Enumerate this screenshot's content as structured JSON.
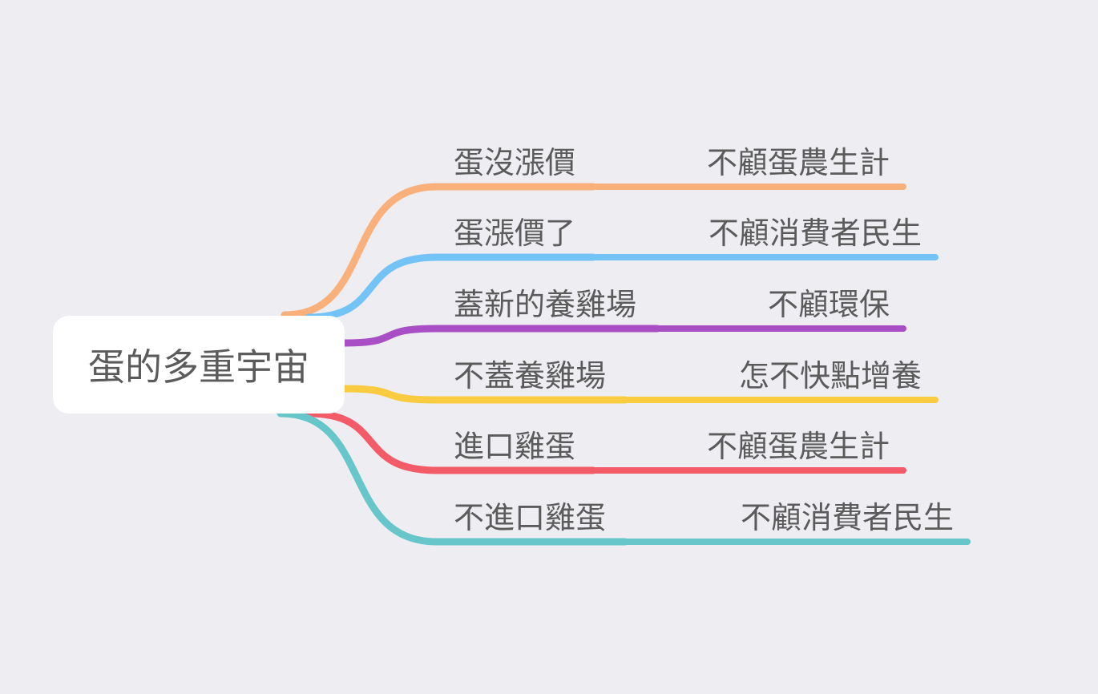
{
  "root": {
    "label": "蛋的多重宇宙"
  },
  "branches": [
    {
      "label": "蛋沒漲價",
      "child": "不顧蛋農生計",
      "color": "#F9B07B"
    },
    {
      "label": "蛋漲價了",
      "child": "不顧消費者民生",
      "color": "#74C3F6"
    },
    {
      "label": "蓋新的養雞場",
      "child": "不顧環保",
      "color": "#A94FC6"
    },
    {
      "label": "不蓋養雞場",
      "child": "怎不快點增養",
      "color": "#F9CB40"
    },
    {
      "label": "進口雞蛋",
      "child": "不顧蛋農生計",
      "color": "#F45B69"
    },
    {
      "label": "不進口雞蛋",
      "child": "不顧消費者民生",
      "color": "#66C6C9"
    }
  ]
}
